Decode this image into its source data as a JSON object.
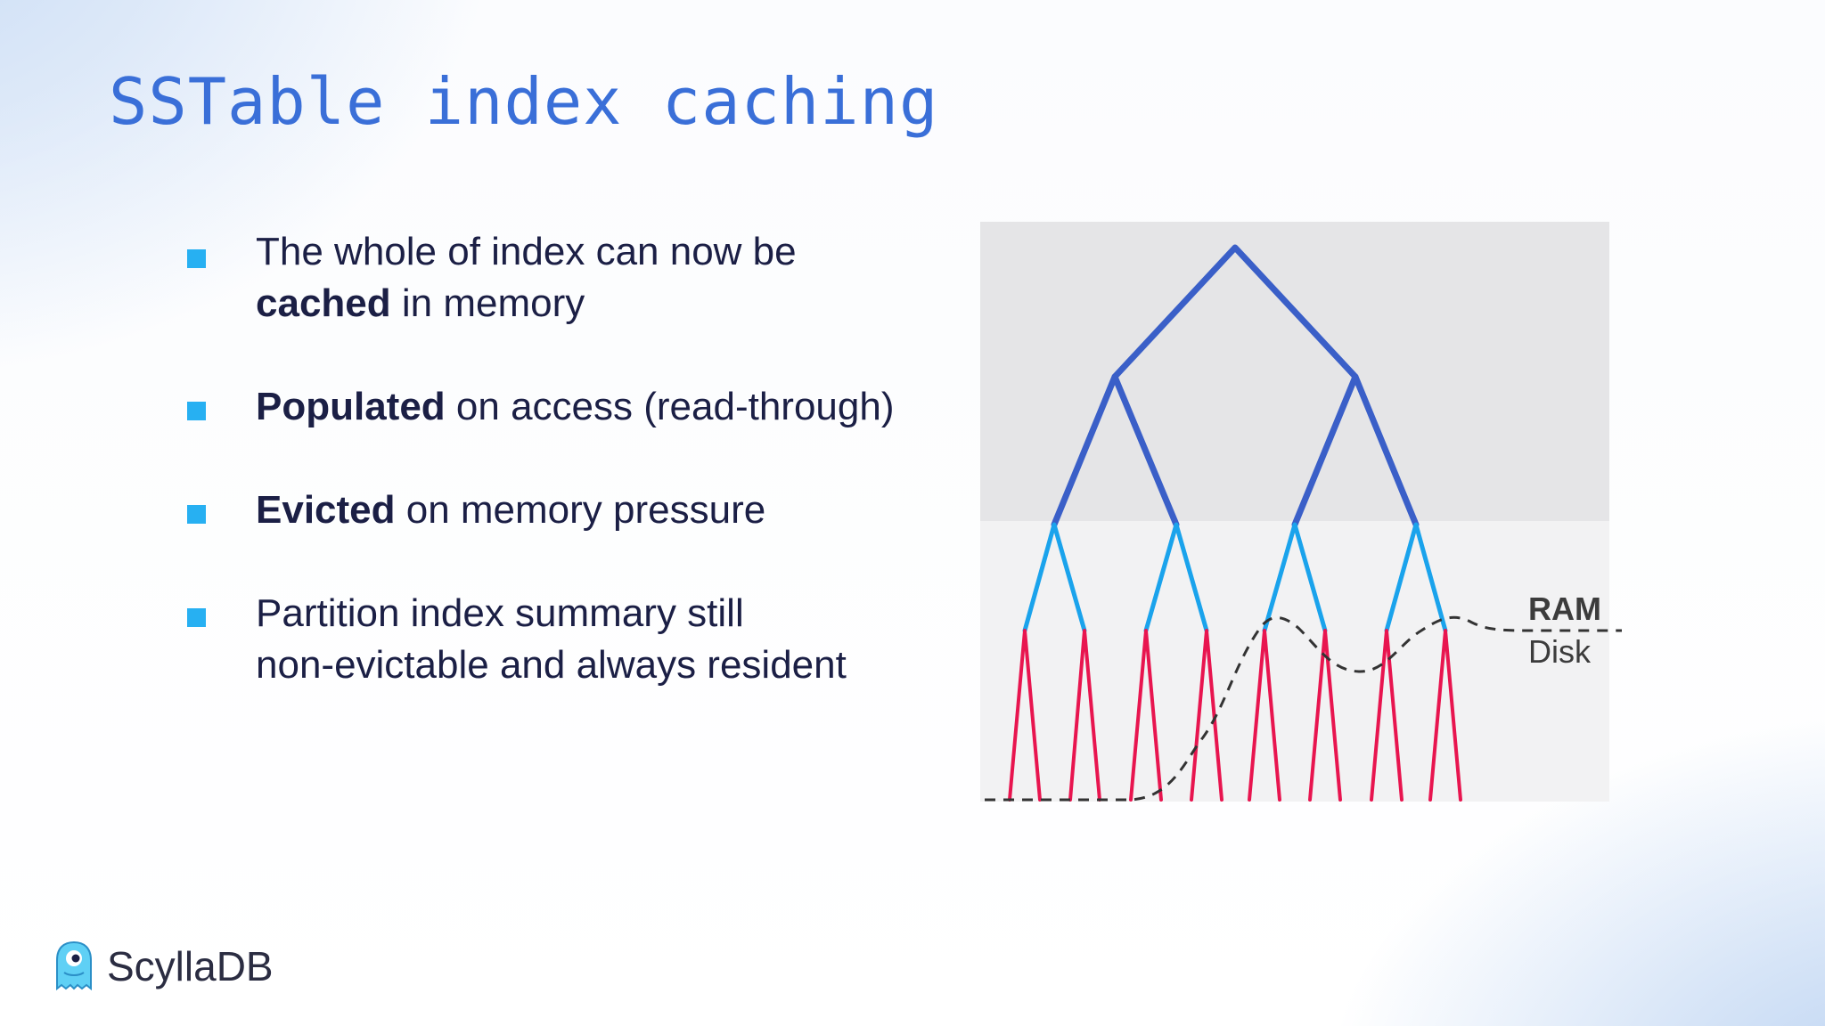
{
  "slide": {
    "title": "SSTable index caching"
  },
  "bullets": [
    {
      "lines": [
        [
          {
            "text": "The whole of index can now be",
            "bold": false
          }
        ],
        [
          {
            "text": "cached",
            "bold": true
          },
          {
            "text": " in memory",
            "bold": false
          }
        ]
      ]
    },
    {
      "lines": [
        [
          {
            "text": "Populated",
            "bold": true
          },
          {
            "text": " on access (read-through)",
            "bold": false
          }
        ]
      ]
    },
    {
      "lines": [
        [
          {
            "text": "Evicted",
            "bold": true
          },
          {
            "text": " on memory pressure",
            "bold": false
          }
        ]
      ]
    },
    {
      "lines": [
        [
          {
            "text": "Partition index summary still",
            "bold": false
          }
        ],
        [
          {
            "text": "non-evictable and always resident",
            "bold": false
          }
        ]
      ]
    }
  ],
  "diagram": {
    "ram_label": "RAM",
    "disk_label": "Disk",
    "colors": {
      "summary_region": "#e5e5e7",
      "index_region": "#f2f2f3",
      "summary_tree": "#3a5fc8",
      "index_tree": "#1aa3ec",
      "leaf_lines": "#e8154f",
      "boundary": "#333333"
    }
  },
  "footer": {
    "brand": "ScyllaDB",
    "brand_icon": "scylla-monster-logo-icon"
  }
}
